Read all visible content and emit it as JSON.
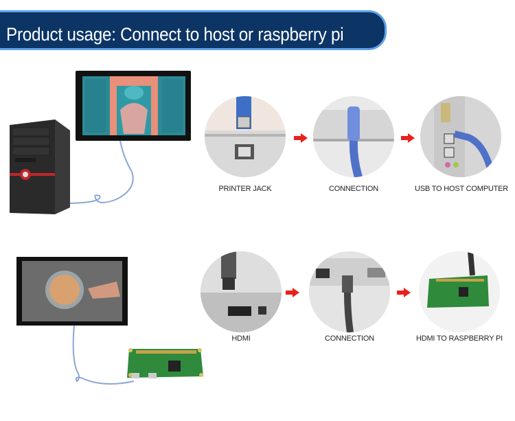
{
  "banner": {
    "title": "Product usage: Connect to host or raspberry pi"
  },
  "host_section": {
    "illustration": "pc-tower-connected-to-touch-monitor",
    "steps": [
      {
        "label": "PRINTER JACK",
        "image": "usb-b-printer-jack"
      },
      {
        "label": "CONNECTION",
        "image": "usb-b-cable-plugged-into-monitor"
      },
      {
        "label": "USB TO HOST COMPUTER",
        "image": "usb-cable-plugged-into-pc-back"
      }
    ]
  },
  "pi_section": {
    "illustration": "monitor-connected-to-raspberry-pi-zero",
    "steps": [
      {
        "label": "HDMI",
        "image": "mini-hdmi-port-and-cable"
      },
      {
        "label": "CONNECTION",
        "image": "hdmi-cable-plugged-into-monitor"
      },
      {
        "label": "HDMI TO RASPBERRY PI",
        "image": "raspberry-pi-zero-with-hdmi"
      }
    ]
  },
  "colors": {
    "banner_bg": "#0c3566",
    "banner_border": "#5fa0e8",
    "arrow": "#e8221b",
    "cable": "#8aa6d6"
  }
}
